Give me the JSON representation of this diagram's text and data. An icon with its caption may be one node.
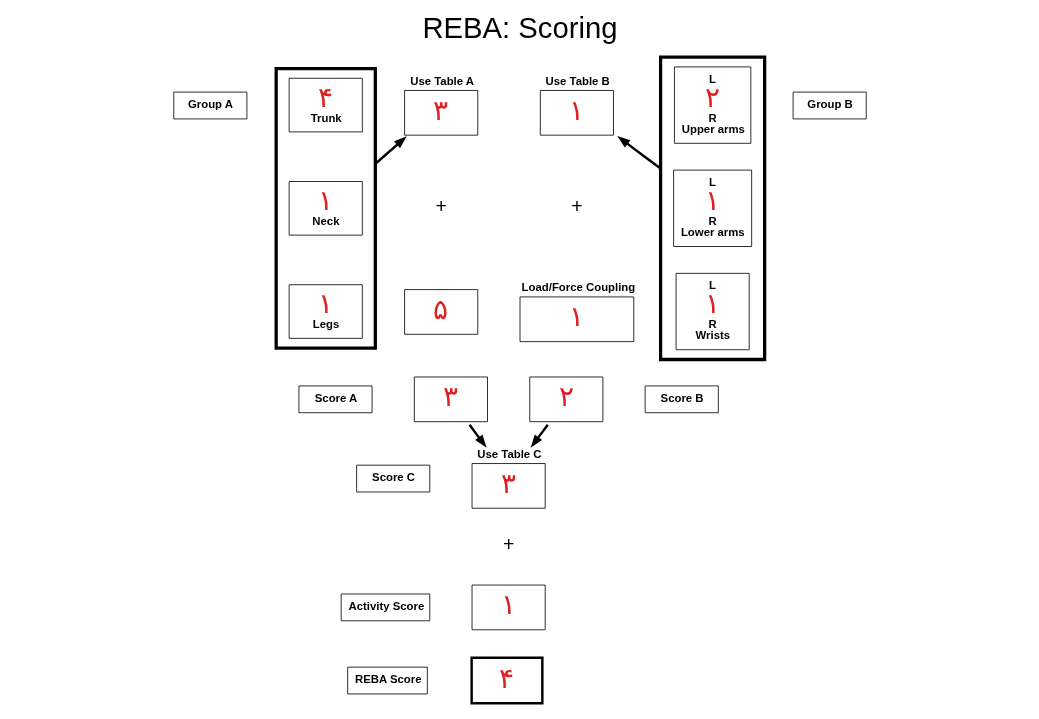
{
  "diagram": {
    "title": "REBA: Scoring",
    "nodes": [
      {
        "text": [
          "Group A"
        ]
      },
      {
        "text": [],
        "shape": "box"
      },
      {
        "text": [
          "۴",
          "Trunk"
        ],
        "in": 1
      },
      {
        "text": [
          "۱",
          "Neck"
        ],
        "in": 1
      },
      {
        "text": [
          "۱",
          "Legs"
        ],
        "in": 1
      },
      {
        "text": [
          "۳"
        ],
        "beside": [
          "Use Table A"
        ]
      },
      {
        "text": [
          "۵"
        ]
      },
      {
        "text": [
          "۱"
        ],
        "beside": [
          "Use Table B"
        ]
      },
      {
        "text": [
          "۱"
        ],
        "beside": [
          "Load/Force Coupling"
        ]
      },
      {
        "text": [],
        "shape": "box"
      },
      {
        "text": [
          "L",
          "۲",
          "R",
          "Upper arms"
        ],
        "in": 9
      },
      {
        "text": [
          "L",
          "۱",
          "R",
          "Lower arms"
        ],
        "in": 9
      },
      {
        "text": [
          "L",
          "۱",
          "R",
          "Wrists"
        ],
        "in": 9
      },
      {
        "text": [
          "Group B"
        ]
      },
      {
        "text": [
          "Score A"
        ]
      },
      {
        "text": [
          "۳"
        ]
      },
      {
        "text": [
          "۲"
        ]
      },
      {
        "text": [
          "Score B"
        ]
      },
      {
        "text": [
          "Score C"
        ]
      },
      {
        "text": [
          "۳"
        ],
        "beside": [
          "Use Table C"
        ]
      },
      {
        "text": [
          "Activity Score"
        ]
      },
      {
        "text": [
          "۱"
        ]
      },
      {
        "text": [
          "REBA Score"
        ]
      },
      {
        "text": [
          "۴"
        ]
      }
    ],
    "edges": [
      {
        "from": 1,
        "to": 5,
        "arrow": "to"
      },
      {
        "from": 9,
        "to": 7,
        "arrow": "to"
      },
      {
        "from": 15,
        "to": 19,
        "arrow": "to"
      },
      {
        "from": 16,
        "to": 19,
        "arrow": "to"
      }
    ],
    "labels": [
      "+",
      "+",
      "+"
    ]
  }
}
